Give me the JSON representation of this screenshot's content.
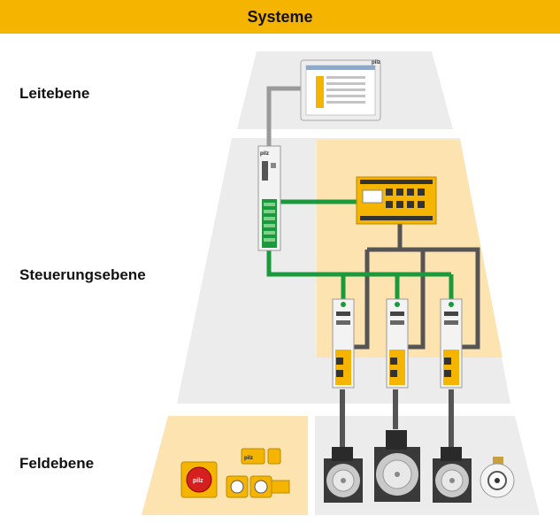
{
  "header": {
    "title": "Systeme"
  },
  "levels": {
    "leit": "Leitebene",
    "steuerung": "Steuerungsebene",
    "feld": "Feldebene"
  },
  "brand": "pilz",
  "colors": {
    "accent": "#f5b400",
    "panel_grey": "#ececec",
    "panel_light": "#f2f2f2",
    "panel_yellow": "#fde3b0",
    "bus_green": "#1a9a3c",
    "cable_dark": "#555555",
    "cable_grey": "#9a9a9a"
  }
}
